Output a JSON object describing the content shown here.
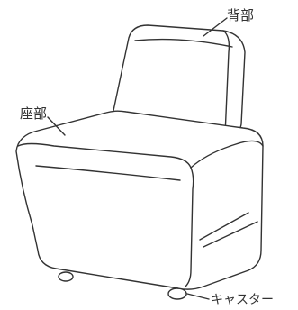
{
  "labels": {
    "backrest": "背部",
    "seat": "座部",
    "casters": "キャスター"
  },
  "colors": {
    "line": "#333333",
    "background": "#ffffff"
  }
}
